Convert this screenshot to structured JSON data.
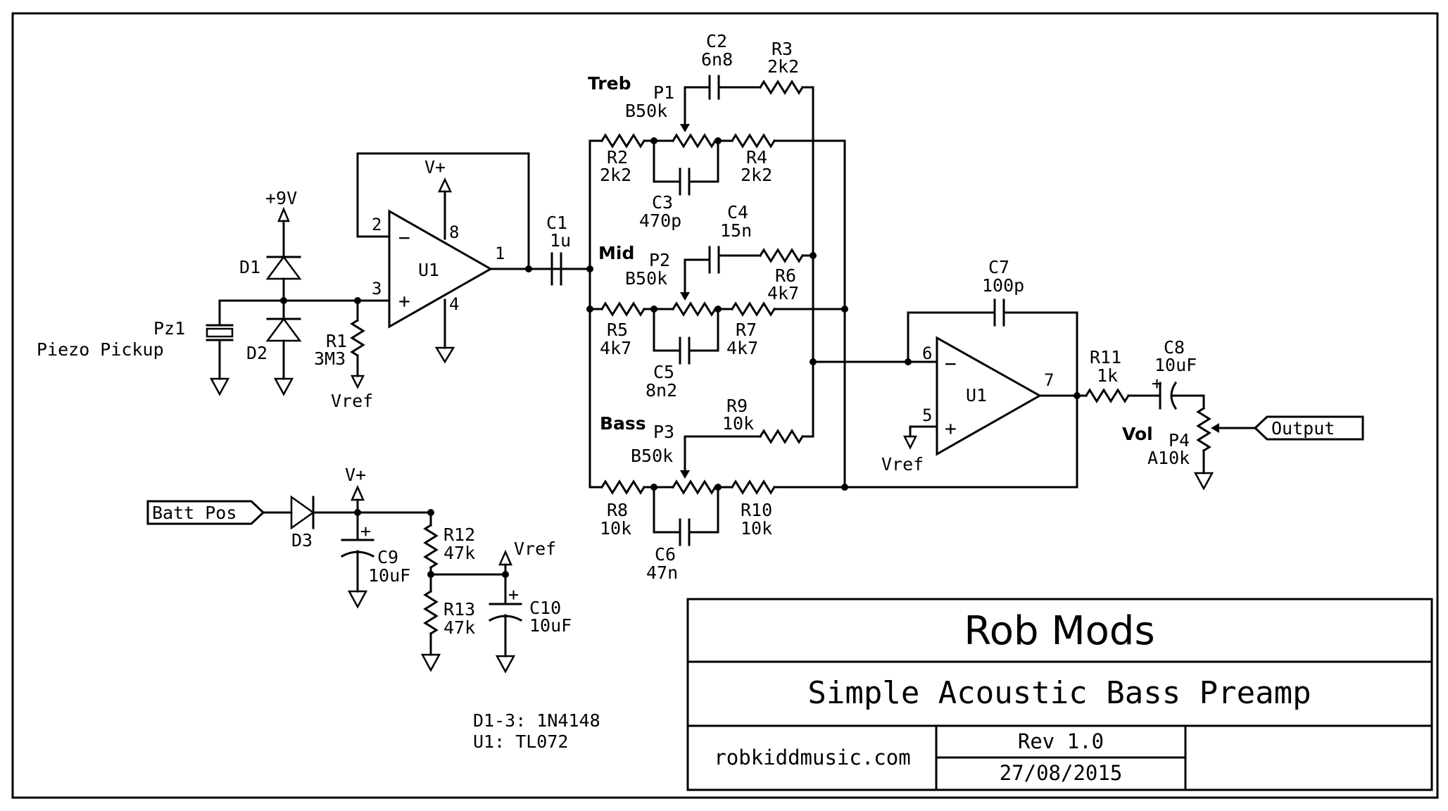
{
  "title_block": {
    "company": "Rob Mods",
    "title": "Simple Acoustic Bass Preamp",
    "website": "robkiddmusic.com",
    "revision": "Rev 1.0",
    "date": "27/08/2015"
  },
  "notes": [
    "D1-3: 1N4148",
    "U1: TL072"
  ],
  "controls": {
    "treble": "Treb",
    "mid": "Mid",
    "bass": "Bass",
    "volume": "Vol"
  },
  "components": {
    "pz1": {
      "ref": "Pz1",
      "value": "Piezo Pickup"
    },
    "d1": {
      "ref": "D1"
    },
    "d2": {
      "ref": "D2"
    },
    "d3": {
      "ref": "D3"
    },
    "r1": {
      "ref": "R1",
      "value": "3M3"
    },
    "u1a": {
      "ref": "U1",
      "pins": [
        "2",
        "3",
        "8",
        "4",
        "1"
      ]
    },
    "u1b": {
      "ref": "U1",
      "pins": [
        "6",
        "5",
        "7"
      ]
    },
    "c1": {
      "ref": "C1",
      "value": "1u"
    },
    "c2": {
      "ref": "C2",
      "value": "6n8"
    },
    "r3": {
      "ref": "R3",
      "value": "2k2"
    },
    "p1": {
      "ref": "P1",
      "value": "B50k"
    },
    "r2": {
      "ref": "R2",
      "value": "2k2"
    },
    "r4": {
      "ref": "R4",
      "value": "2k2"
    },
    "c3": {
      "ref": "C3",
      "value": "470p"
    },
    "c4": {
      "ref": "C4",
      "value": "15n"
    },
    "p2": {
      "ref": "P2",
      "value": "B50k"
    },
    "r6": {
      "ref": "R6",
      "value": "4k7"
    },
    "r5": {
      "ref": "R5",
      "value": "4k7"
    },
    "r7": {
      "ref": "R7",
      "value": "4k7"
    },
    "c5": {
      "ref": "C5",
      "value": "8n2"
    },
    "r9": {
      "ref": "R9",
      "value": "10k"
    },
    "p3": {
      "ref": "P3",
      "value": "B50k"
    },
    "r8": {
      "ref": "R8",
      "value": "10k"
    },
    "r10": {
      "ref": "R10",
      "value": "10k"
    },
    "c6": {
      "ref": "C6",
      "value": "47n"
    },
    "c7": {
      "ref": "C7",
      "value": "100p"
    },
    "r11": {
      "ref": "R11",
      "value": "1k"
    },
    "c8": {
      "ref": "C8",
      "value": "10uF"
    },
    "p4": {
      "ref": "P4",
      "value": "A10k"
    },
    "c9": {
      "ref": "C9",
      "value": "10uF"
    },
    "c10": {
      "ref": "C10",
      "value": "10uF"
    },
    "r12": {
      "ref": "R12",
      "value": "47k"
    },
    "r13": {
      "ref": "R13",
      "value": "47k"
    }
  },
  "nets": {
    "plus9v": "+9V",
    "vplus": "V+",
    "vref": "Vref",
    "minus": "−",
    "plus": "+"
  },
  "ports": {
    "output": "Output",
    "batt": "Batt Pos"
  }
}
